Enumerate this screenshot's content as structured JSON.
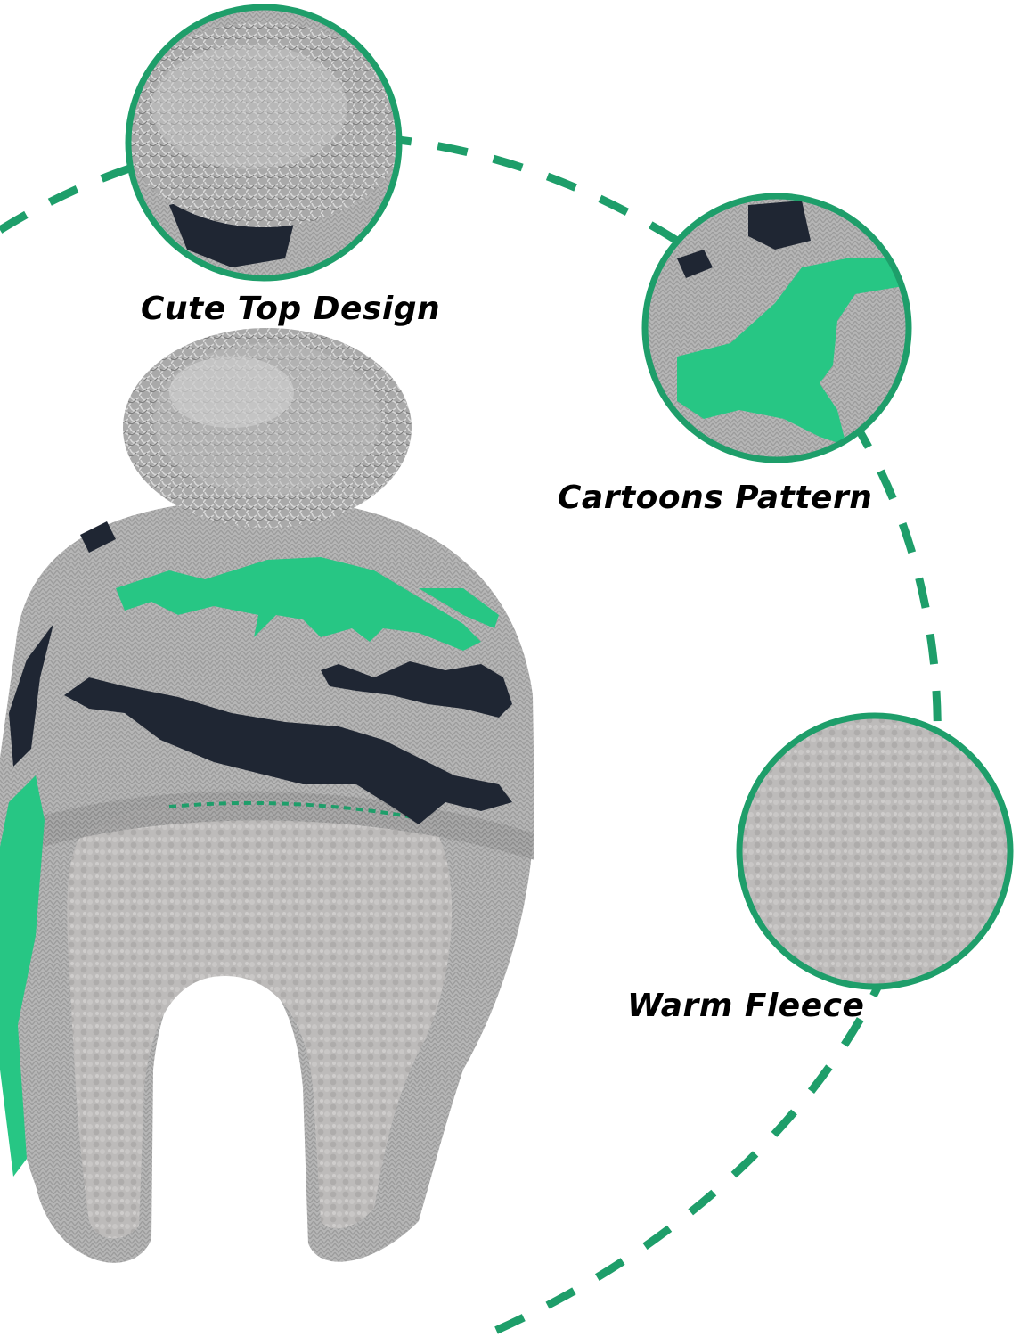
{
  "image": {
    "subject": "knit-pom-beanie-with-ear-flaps",
    "colors": {
      "background": "#ffffff",
      "accent_green": "#1e9e6a",
      "knit_gray": "#b4b4b4",
      "knit_dark": "#8e8e8e",
      "pattern_green": "#27c684",
      "pattern_navy": "#1f2633",
      "fleece": "#b9b7b6",
      "label_text": "#000000"
    }
  },
  "callouts": [
    {
      "name": "top-design",
      "label": "Cute Top Design"
    },
    {
      "name": "pattern",
      "label": "Cartoons Pattern"
    },
    {
      "name": "fleece",
      "label": "Warm Fleece"
    }
  ]
}
